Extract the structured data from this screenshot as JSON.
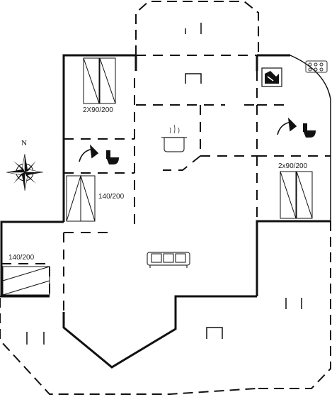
{
  "compass": {
    "letter": "N"
  },
  "room_labels": {
    "bedroom_top_left": "2X90/200",
    "bedroom_left_mid": "140/200",
    "bedroom_bottom_left": "140/200",
    "bedroom_right": "2x90/200"
  },
  "colors": {
    "wall": "#111111",
    "fixture": "#333333",
    "background": "#ffffff"
  },
  "icons": [
    "compass-rose-icon",
    "cooking-pot-icon",
    "sofa-icon",
    "shower-icon",
    "toilet-icon",
    "bath-icon",
    "washing-machine-icon",
    "stove-hob-icon",
    "bed-icon"
  ]
}
